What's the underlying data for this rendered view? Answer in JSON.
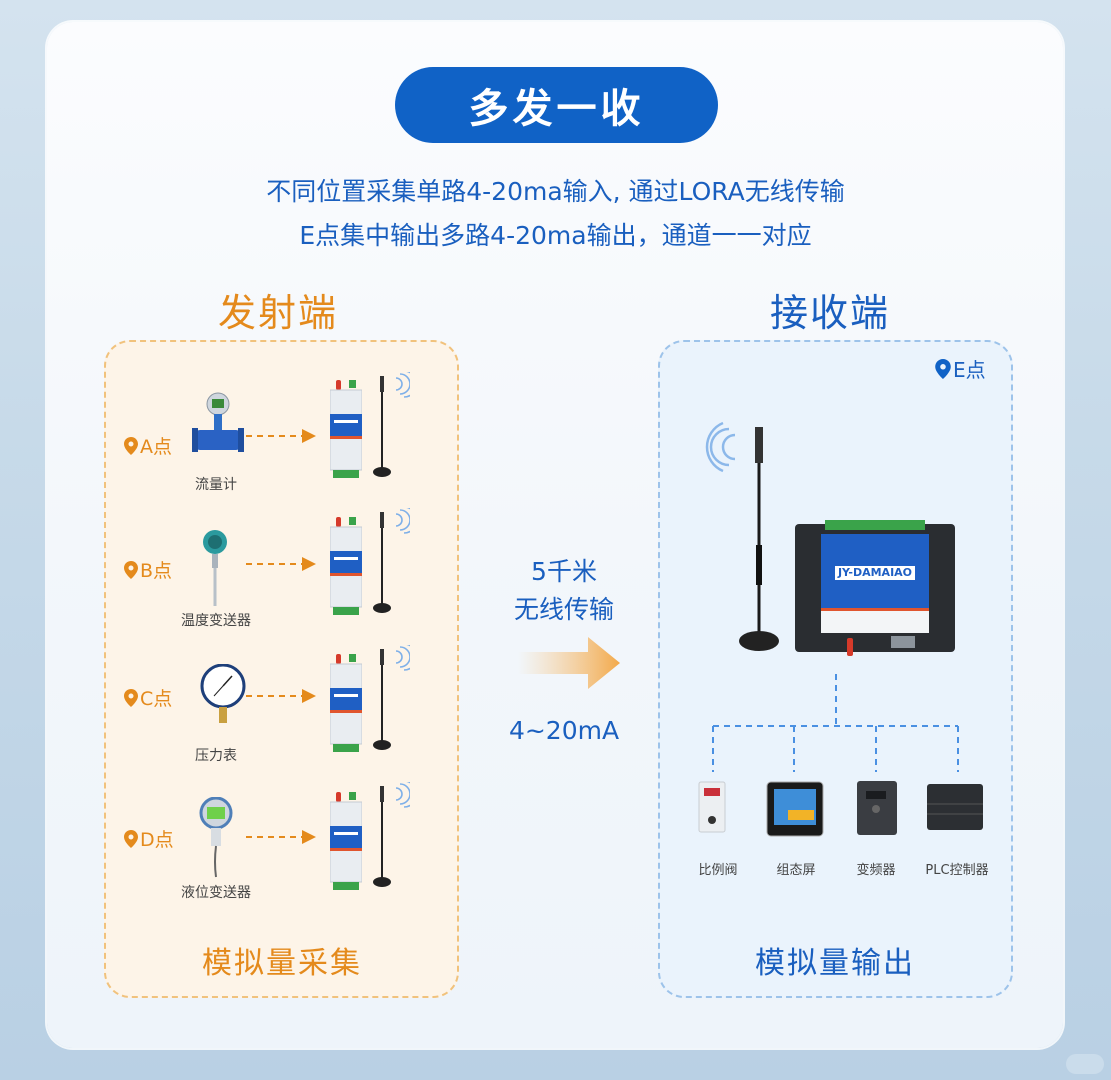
{
  "title": "多发一收",
  "subtitle": {
    "line1": "不同位置采集单路4-20ma输入, 通过LORA无线传输",
    "line2": "E点集中输出多路4-20ma输出，通道一一对应"
  },
  "transmitter": {
    "heading": "发射端",
    "footer": "模拟量采集",
    "points": [
      {
        "label": "A点",
        "device": "流量计",
        "icon": "flowmeter-icon"
      },
      {
        "label": "B点",
        "device": "温度变送器",
        "icon": "temperature-transmitter-icon"
      },
      {
        "label": "C点",
        "device": "压力表",
        "icon": "pressure-gauge-icon"
      },
      {
        "label": "D点",
        "device": "液位变送器",
        "icon": "level-transmitter-icon"
      }
    ]
  },
  "link": {
    "distance": "5千米",
    "mode": "无线传输",
    "signal": "4~20mA"
  },
  "receiver": {
    "heading": "接收端",
    "point_label": "E点",
    "device_model": "JY-DAMAIAO",
    "footer": "模拟量输出",
    "outputs": [
      {
        "label": "比例阀",
        "icon": "proportional-valve-icon"
      },
      {
        "label": "组态屏",
        "icon": "hmi-screen-icon"
      },
      {
        "label": "变频器",
        "icon": "inverter-icon"
      },
      {
        "label": "PLC控制器",
        "icon": "plc-controller-icon"
      }
    ]
  },
  "colors": {
    "primary_blue": "#1062c6",
    "text_blue": "#1a5fbf",
    "orange": "#e48a1c",
    "tx_panel_bg": "#fdf4e8",
    "rx_panel_bg": "#eaf3fc"
  }
}
